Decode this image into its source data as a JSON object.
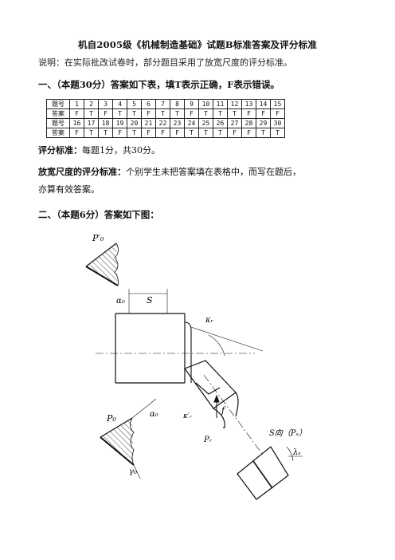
{
  "title": "机自2005级《机械制造基础》试题B标准答案及评分标准",
  "note": "说明：在实际批改试卷时，部分题目采用了放宽尺度的评分标准。",
  "section1": {
    "heading": "一、（本题30分）答案如下表，填T表示正确，F表示错误。",
    "table": {
      "row_header_number": "题号",
      "row_header_answer": "答案",
      "rows": [
        {
          "numbers": [
            "1",
            "2",
            "3",
            "4",
            "5",
            "6",
            "7",
            "8",
            "9",
            "10",
            "11",
            "12",
            "13",
            "14",
            "15"
          ],
          "answers": [
            "F",
            "T",
            "F",
            "T",
            "T",
            "F",
            "T",
            "T",
            "F",
            "T",
            "T",
            "T",
            "F",
            "F",
            "F"
          ]
        },
        {
          "numbers": [
            "16",
            "17",
            "18",
            "19",
            "20",
            "21",
            "22",
            "23",
            "24",
            "25",
            "26",
            "27",
            "28",
            "29",
            "30"
          ],
          "answers": [
            "F",
            "T",
            "T",
            "F",
            "T",
            "F",
            "F",
            "F",
            "T",
            "T",
            "T",
            "F",
            "F",
            "T",
            "T"
          ]
        }
      ]
    },
    "criteria_label": "评分标准：",
    "criteria_text": "每题1分，共30分。",
    "relaxed_label": "放宽尺度的评分标准：",
    "relaxed_text_1": "个别学生未把答案填在表格中，而写在题后，",
    "relaxed_text_2": "亦算有效答案。"
  },
  "section2": {
    "heading": "二、（本题6分）答案如下图："
  },
  "figure_labels": {
    "p0_prime": "P′₀",
    "alpha0_top": "α₀",
    "s": "S",
    "kr": "κᵣ",
    "p0": "P₀",
    "alpha0_mid": "α₀",
    "kr_prime": "κ′ᵣ",
    "f": "f",
    "pr": "Pᵣ",
    "ps": "S向（Pₛ）",
    "lambda_s": "λₛ",
    "gamma0": "γ₀"
  }
}
